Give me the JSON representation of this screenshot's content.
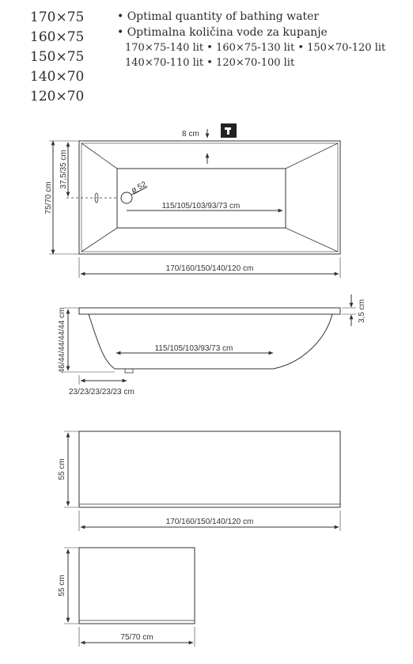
{
  "sizes": [
    "170×75",
    "160×75",
    "150×75",
    "140×70",
    "120×70"
  ],
  "notes": {
    "en": "• Optimal quantity of bathing water",
    "hr": "• Optimalna količina vode za kupanje",
    "volumes_line1": "170×75-140 lit • 160×75-130 lit • 150×70-120 lit",
    "volumes_line2": "140×70-110 lit • 120×70-100 lit"
  },
  "top_view": {
    "tap_offset": "8 cm",
    "height_label": "75/70 cm",
    "half_label": "37,5/35 cm",
    "drain_label": "ø 52",
    "inner_length": "115/105/103/93/73 cm",
    "outer_length": "170/160/150/140/120 cm"
  },
  "side_view": {
    "rim_label": "3,5 cm",
    "depth_label": "46/44/44/44/44 cm",
    "inner_length": "115/105/103/93/73 cm",
    "drain_offset": "23/23/23/23/23 cm"
  },
  "front_panel": {
    "height_label": "55 cm",
    "length_label": "170/160/150/140/120 cm"
  },
  "side_panel": {
    "height_label": "55 cm",
    "width_label": "75/70 cm"
  },
  "icons": [
    "tap-icon",
    "drain-icon"
  ],
  "colors": {
    "line": "#333333",
    "tap_icon": "#222222"
  }
}
